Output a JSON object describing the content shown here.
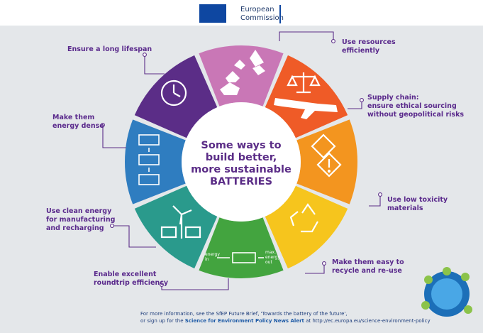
{
  "header": {
    "org_line1": "European",
    "org_line2": "Commission"
  },
  "center": {
    "line1": "Some ways to",
    "line2": "build better,",
    "line3": "more sustainable",
    "line4": "BATTERIES"
  },
  "labels": {
    "lifespan": "Ensure a long lifespan",
    "resources": "Use resources\nefficiently",
    "supply": "Supply chain:\nensure ethical sourcing\nwithout geopolitical risks",
    "dense": "Make them\nenergy dense",
    "toxicity": "Use low toxicity\nmaterials",
    "clean": "Use clean energy\nfor manufacturing\nand recharging",
    "recycle": "Make them easy to\nrecycle and re-use",
    "roundtrip": "Enable excellent\nroundtrip efficiency"
  },
  "icon_text": {
    "energy_in": "energy\nin",
    "max_out": "max.\nenergy\nout"
  },
  "footer": {
    "line1_a": "For more information, see the SfEP Future Brief, 'Towards the battery of the future',",
    "line2_a": "or sign up for the",
    "line2_b": "Science for Environment Policy News Alert",
    "line2_c": "at http://ec.europa.eu/science-environment-policy"
  },
  "colors": {
    "background": "#e4e7ea",
    "pink": "#c977b6",
    "red": "#ef5b27",
    "orange": "#f3951f",
    "yellow": "#f6c51d",
    "green": "#43a43f",
    "teal": "#2a9a8c",
    "blue": "#2f7dc0",
    "purple": "#5b2d87"
  }
}
